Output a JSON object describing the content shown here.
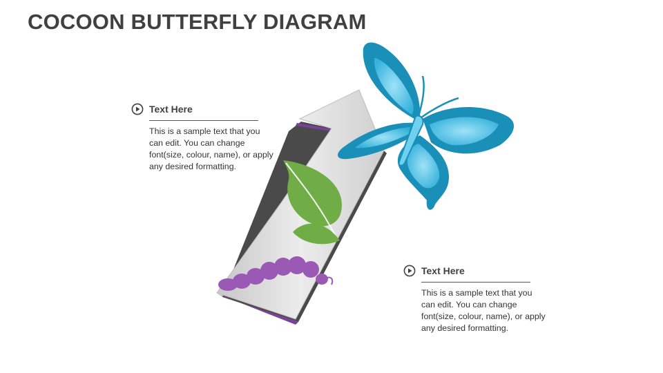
{
  "title": "COCOON BUTTERFLY DIAGRAM",
  "colors": {
    "title": "#404040",
    "arrow": "#d6d6d6",
    "caterpillar": "#9b59b6",
    "leaf": "#70ad47",
    "butterfly": "#1a8fb8",
    "butterfly_light": "#6fd0f0"
  },
  "icons": {
    "bullet": "play-circle-icon",
    "arrow": "arrow-up-right-icon",
    "caterpillar": "caterpillar-icon",
    "leaf": "leaf-icon",
    "butterfly": "butterfly-icon"
  },
  "blocks": [
    {
      "heading": "Text Here",
      "body": "This is a sample text that you can edit. You can change font(size, colour, name), or apply any desired formatting."
    },
    {
      "heading": "Text Here",
      "body": "This is a sample text that you can edit. You can change font(size, colour, name), or apply any desired formatting."
    }
  ]
}
